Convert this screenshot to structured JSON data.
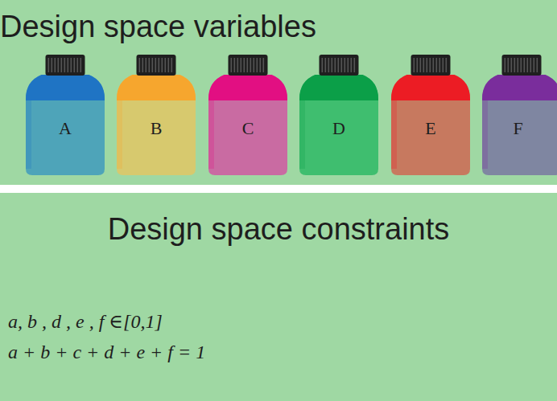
{
  "diagram": {
    "nodes": [
      {
        "text": [
          "Design space variables"
        ]
      },
      {
        "text": [
          "A"
        ],
        "in": 0
      },
      {
        "text": [
          "B"
        ],
        "in": 0
      },
      {
        "text": [
          "C"
        ],
        "in": 0
      },
      {
        "text": [
          "D"
        ],
        "in": 0
      },
      {
        "text": [
          "E"
        ],
        "in": 0
      },
      {
        "text": [
          "F"
        ],
        "in": 0
      },
      {
        "text": [
          "Design space constraints",
          "a, b , d , e , f ∈[0,1]",
          "a + b + c + d + e + f = 1"
        ]
      }
    ]
  }
}
